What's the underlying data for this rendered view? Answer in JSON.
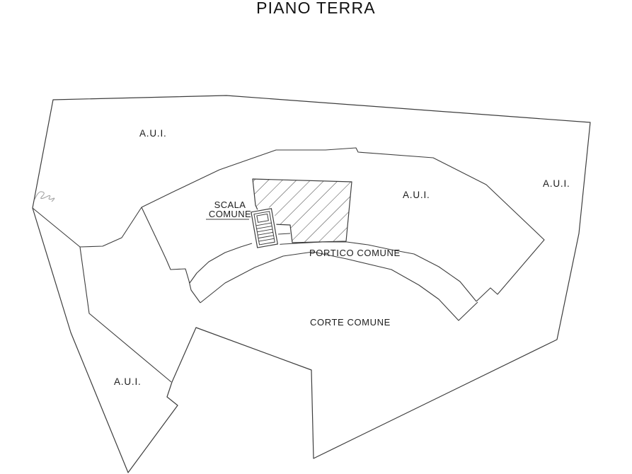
{
  "page": {
    "title": "PIANO TERRA"
  },
  "plan": {
    "labels": {
      "aui_top_left": "A.U.I.",
      "aui_center": "A.U.I.",
      "aui_right": "A.U.I.",
      "aui_bottom_left": "A.U.I.",
      "scala_line1": "SCALA",
      "scala_line2": "COMUNE",
      "portico": "PORTICO COMUNE",
      "corte": "CORTE COMUNE"
    },
    "colors": {
      "background": "#ffffff",
      "line": "#3d3d3d",
      "text": "#1c1c1c"
    }
  }
}
